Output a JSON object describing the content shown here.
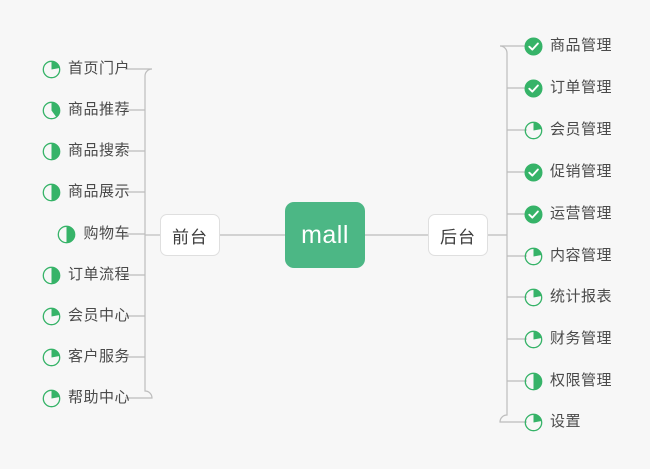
{
  "diagram": {
    "title": "mall",
    "background_color": "#f7f7f7",
    "accent_color": "#4cb785",
    "icon_color": "#36b368",
    "line_color": "#bdbdbd",
    "root": {
      "label": "mall"
    },
    "branches": [
      {
        "id": "frontend",
        "label": "前台",
        "side": "left",
        "items": [
          {
            "label": "首页门户",
            "icon": "pie-progress-icon",
            "progress": 22
          },
          {
            "label": "商品推荐",
            "icon": "pie-progress-icon",
            "progress": 40
          },
          {
            "label": "商品搜索",
            "icon": "pie-progress-icon",
            "progress": 50
          },
          {
            "label": "商品展示",
            "icon": "pie-progress-icon",
            "progress": 50
          },
          {
            "label": "购物车",
            "icon": "pie-progress-icon",
            "progress": 50
          },
          {
            "label": "订单流程",
            "icon": "pie-progress-icon",
            "progress": 50
          },
          {
            "label": "会员中心",
            "icon": "pie-progress-icon",
            "progress": 22
          },
          {
            "label": "客户服务",
            "icon": "pie-progress-icon",
            "progress": 22
          },
          {
            "label": "帮助中心",
            "icon": "pie-progress-icon",
            "progress": 22
          }
        ]
      },
      {
        "id": "backend",
        "label": "后台",
        "side": "right",
        "items": [
          {
            "label": "商品管理",
            "icon": "check-circle-icon",
            "progress": 100
          },
          {
            "label": "订单管理",
            "icon": "check-circle-icon",
            "progress": 100
          },
          {
            "label": "会员管理",
            "icon": "pie-progress-icon",
            "progress": 22
          },
          {
            "label": "促销管理",
            "icon": "check-circle-icon",
            "progress": 100
          },
          {
            "label": "运营管理",
            "icon": "check-circle-icon",
            "progress": 100
          },
          {
            "label": "内容管理",
            "icon": "pie-progress-icon",
            "progress": 22
          },
          {
            "label": "统计报表",
            "icon": "pie-progress-icon",
            "progress": 22
          },
          {
            "label": "财务管理",
            "icon": "pie-progress-icon",
            "progress": 22
          },
          {
            "label": "权限管理",
            "icon": "pie-progress-icon",
            "progress": 50
          },
          {
            "label": "设置",
            "icon": "pie-progress-icon",
            "progress": 22
          }
        ]
      }
    ]
  }
}
